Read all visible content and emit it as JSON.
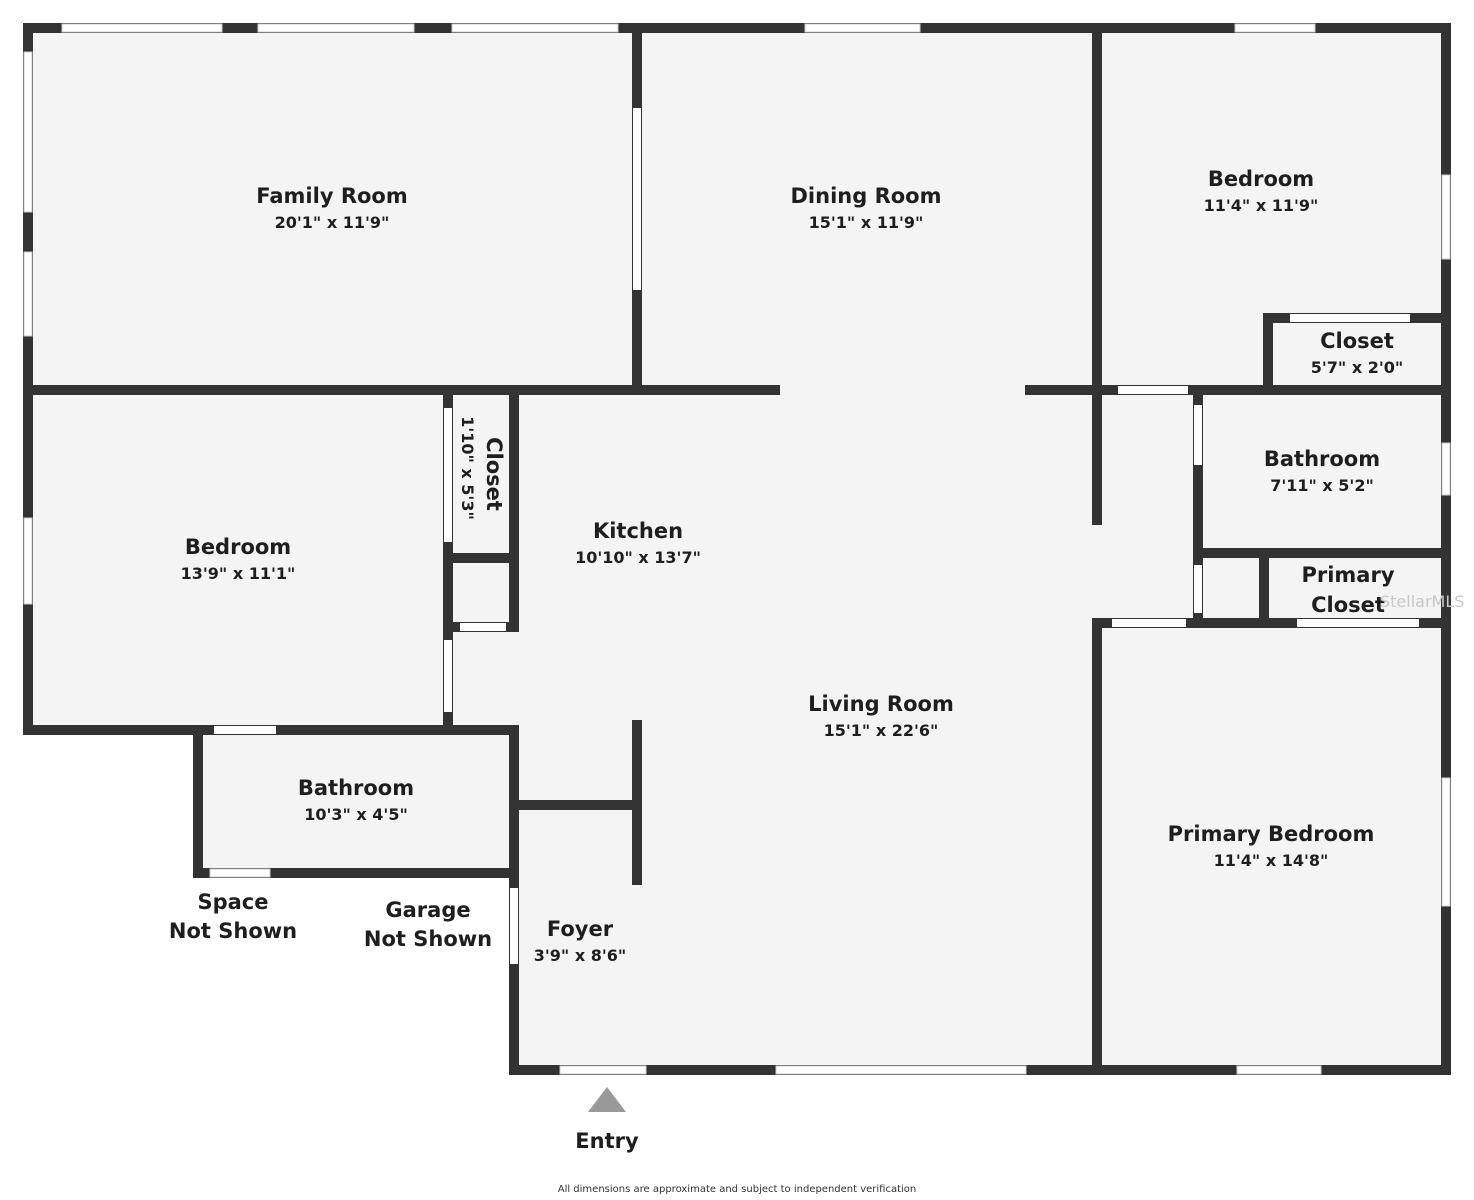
{
  "rooms": {
    "family_room": {
      "name": "Family Room",
      "dims": "20'1\" x 11'9\""
    },
    "dining_room": {
      "name": "Dining Room",
      "dims": "15'1\" x 11'9\""
    },
    "bedroom_ne": {
      "name": "Bedroom",
      "dims": "11'4\" x 11'9\""
    },
    "closet_ne": {
      "name": "Closet",
      "dims": "5'7\" x 2'0\""
    },
    "bathroom_e": {
      "name": "Bathroom",
      "dims": "7'11\" x 5'2\""
    },
    "primary_closet": {
      "name_line1": "Primary",
      "name_line2": "Closet"
    },
    "bedroom_w": {
      "name": "Bedroom",
      "dims": "13'9\" x 11'1\""
    },
    "closet_w": {
      "name": "Closet",
      "dims": "1'10\" x 5'3\""
    },
    "kitchen": {
      "name": "Kitchen",
      "dims": "10'10\" x 13'7\""
    },
    "living_room": {
      "name": "Living Room",
      "dims": "15'1\" x 22'6\""
    },
    "bathroom_w": {
      "name": "Bathroom",
      "dims": "10'3\" x 4'5\""
    },
    "primary_bedroom": {
      "name": "Primary Bedroom",
      "dims": "11'4\" x 14'8\""
    },
    "foyer": {
      "name": "Foyer",
      "dims": "3'9\" x 8'6\""
    }
  },
  "exterior": {
    "space": {
      "line1": "Space",
      "line2": "Not Shown"
    },
    "garage": {
      "line1": "Garage",
      "line2": "Not Shown"
    },
    "entry": "Entry"
  },
  "disclaimer": "All dimensions are approximate and subject to independent verification",
  "watermark": "StellarMLS",
  "colors": {
    "wall": "#333333",
    "floor": "#f4f4f4",
    "window": "#ffffff",
    "entry_arrow": "#999999"
  }
}
